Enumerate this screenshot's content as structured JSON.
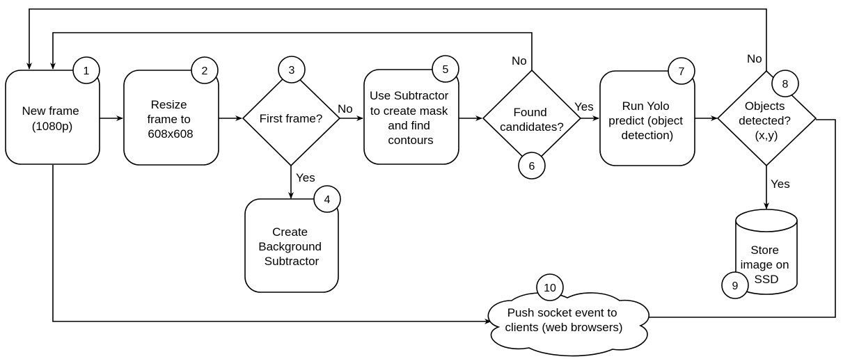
{
  "nodes": {
    "n1": {
      "number": "1",
      "lines": [
        "New frame",
        "(1080p)"
      ]
    },
    "n2": {
      "number": "2",
      "lines": [
        "Resize",
        "frame to",
        "608x608"
      ]
    },
    "n3": {
      "number": "3",
      "lines": [
        "First frame?"
      ]
    },
    "n4": {
      "number": "4",
      "lines": [
        "Create",
        "Background",
        "Subtractor"
      ]
    },
    "n5": {
      "number": "5",
      "lines": [
        "Use Subtractor",
        "to create mask",
        "and find",
        "contours"
      ]
    },
    "n6": {
      "number": "6",
      "lines": [
        "Found",
        "candidates?"
      ]
    },
    "n7": {
      "number": "7",
      "lines": [
        "Run Yolo",
        "predict (object",
        "detection)"
      ]
    },
    "n8": {
      "number": "8",
      "lines": [
        "Objects",
        "detected?",
        "(x,y)"
      ]
    },
    "n9": {
      "number": "9",
      "lines": [
        "Store",
        "image on",
        "SSD"
      ]
    },
    "n10": {
      "number": "10",
      "lines": [
        "Push socket event to",
        "clients (web browsers)"
      ]
    }
  },
  "edge_labels": {
    "n3_no": "No",
    "n3_yes": "Yes",
    "n6_no": "No",
    "n6_yes": "Yes",
    "n8_no": "No",
    "n8_yes": "Yes"
  },
  "colors": {
    "stroke": "#000000",
    "fill": "#ffffff"
  }
}
